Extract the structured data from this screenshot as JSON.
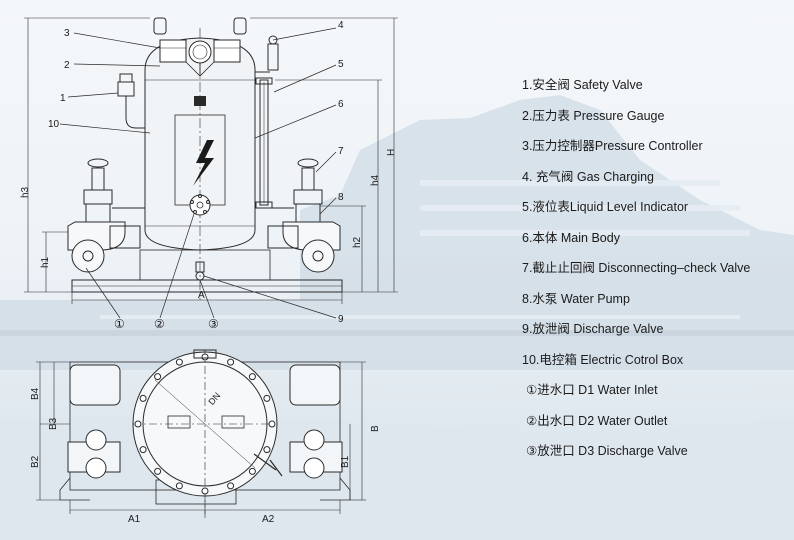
{
  "legend": [
    {
      "text": "1.安全阀 Safety Valve"
    },
    {
      "text": "2.压力表 Pressure Gauge"
    },
    {
      "text": "3.压力控制器Pressure Controller"
    },
    {
      "text": "4. 充气阀 Gas Charging"
    },
    {
      "text": "5.液位表Liquid Level Indicator"
    },
    {
      "text": "6.本体 Main Body"
    },
    {
      "text": "7.截止止回阀 Disconnecting–check Valve"
    },
    {
      "text": "8.水泵 Water Pump"
    },
    {
      "text": "9.放泄阀 Discharge Valve"
    },
    {
      "text": "10.电控箱 Electric Cotrol Box"
    },
    {
      "text": "①进水口 D1 Water Inlet"
    },
    {
      "text": "②出水口 D2 Water Outlet"
    },
    {
      "text": "③放泄口 D3 Discharge Valve"
    }
  ],
  "front_view": {
    "callouts": [
      "1",
      "2",
      "3",
      "4",
      "5",
      "6",
      "7",
      "8",
      "9",
      "10"
    ],
    "port_markers": [
      "①",
      "②",
      "③"
    ],
    "dimensions": [
      "h1",
      "h2",
      "h3",
      "h4",
      "H",
      "A"
    ]
  },
  "top_view": {
    "nameplate": "DN",
    "dimensions": [
      "B4",
      "B3",
      "B2",
      "B1",
      "B",
      "A1",
      "A2"
    ]
  },
  "colors": {
    "line": "#2a2a2a",
    "background": "#eef3f7",
    "ship_silhouette": "#c9d6e1"
  }
}
